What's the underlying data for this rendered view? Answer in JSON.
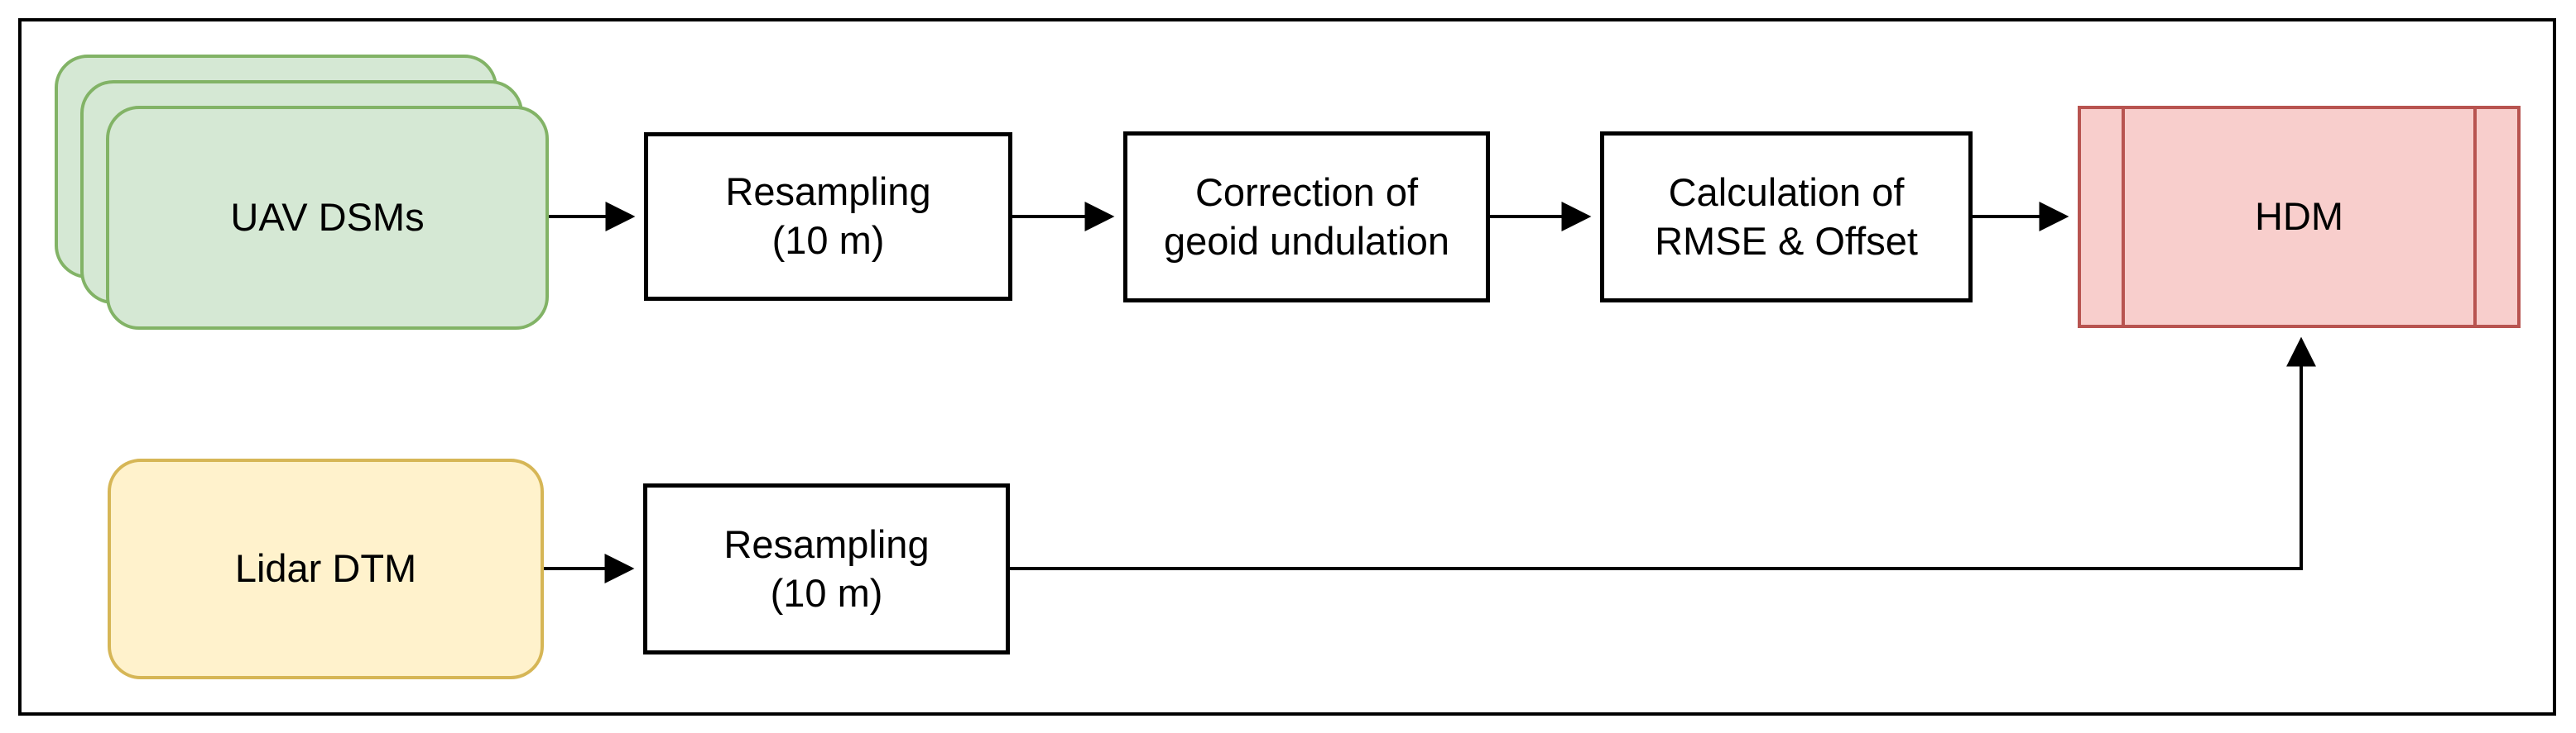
{
  "diagram": {
    "type": "flowchart",
    "nodes": {
      "uav_dsms": {
        "label": "UAV DSMs",
        "shape": "stacked-rounded-rectangle",
        "fill": "#d5e8d4",
        "stroke": "#82b366"
      },
      "resampling_top": {
        "label": "Resampling\n(10 m)",
        "shape": "rectangle",
        "fill": "#ffffff",
        "stroke": "#000000"
      },
      "correction": {
        "label": "Correction of\ngeoid undulation",
        "shape": "rectangle",
        "fill": "#ffffff",
        "stroke": "#000000"
      },
      "calculation": {
        "label": "Calculation of\nRMSE & Offset",
        "shape": "rectangle",
        "fill": "#ffffff",
        "stroke": "#000000"
      },
      "hdm": {
        "label": "HDM",
        "shape": "process-rectangle",
        "fill": "#f8cecc",
        "stroke": "#b85450"
      },
      "lidar_dtm": {
        "label": "Lidar DTM",
        "shape": "rounded-rectangle",
        "fill": "#fff2cc",
        "stroke": "#d6b656"
      },
      "resampling_bottom": {
        "label": "Resampling\n(10 m)",
        "shape": "rectangle",
        "fill": "#ffffff",
        "stroke": "#000000"
      }
    },
    "edges": [
      {
        "from": "uav_dsms",
        "to": "resampling_top"
      },
      {
        "from": "resampling_top",
        "to": "correction"
      },
      {
        "from": "correction",
        "to": "calculation"
      },
      {
        "from": "calculation",
        "to": "hdm"
      },
      {
        "from": "lidar_dtm",
        "to": "resampling_bottom"
      },
      {
        "from": "resampling_bottom",
        "to": "hdm"
      }
    ],
    "colors": {
      "background": "#ffffff",
      "frame_border": "#000000",
      "connector": "#000000",
      "green_fill": "#d5e8d4",
      "green_stroke": "#82b366",
      "yellow_fill": "#fff2cc",
      "yellow_stroke": "#d6b656",
      "red_fill": "#f8cecc",
      "red_stroke": "#b85450"
    }
  }
}
